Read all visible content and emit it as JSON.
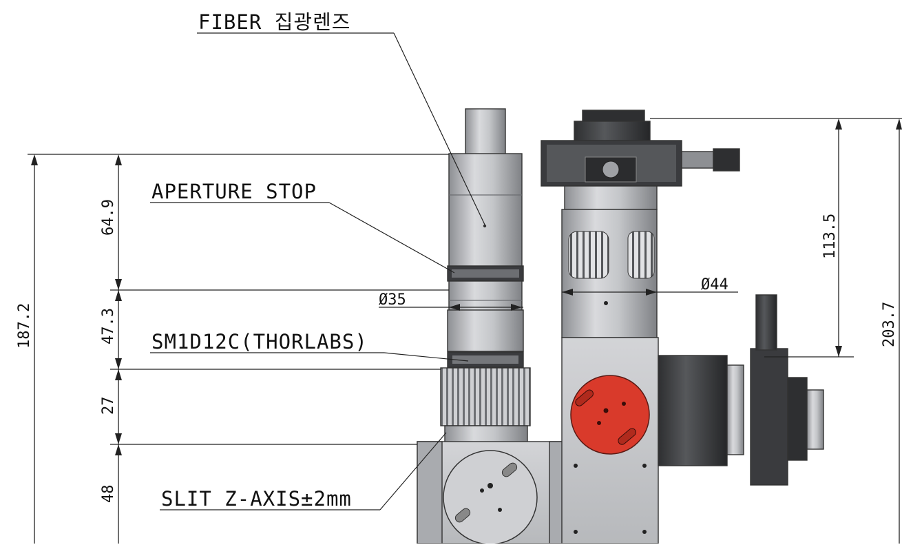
{
  "labels": {
    "fiber_lens": "FIBER 집광렌즈",
    "aperture_stop": "APERTURE STOP",
    "sm1d12c": "SM1D12C(THORLABS)",
    "slit_z_axis": "SLIT Z-AXIS±2mm"
  },
  "dimensions": {
    "overall_left": "187.2",
    "seg_1": "64.9",
    "seg_2": "47.3",
    "seg_3": "27",
    "seg_4": "48",
    "diameter_35": "Ø35",
    "diameter_44": "Ø44",
    "upper_right": "113.5",
    "overall_right": "203.7"
  },
  "colors": {
    "line": "#222222",
    "metal_light": "#c9cacd",
    "metal_dark": "#4a4b4e",
    "accent_red": "#d93a2b"
  }
}
